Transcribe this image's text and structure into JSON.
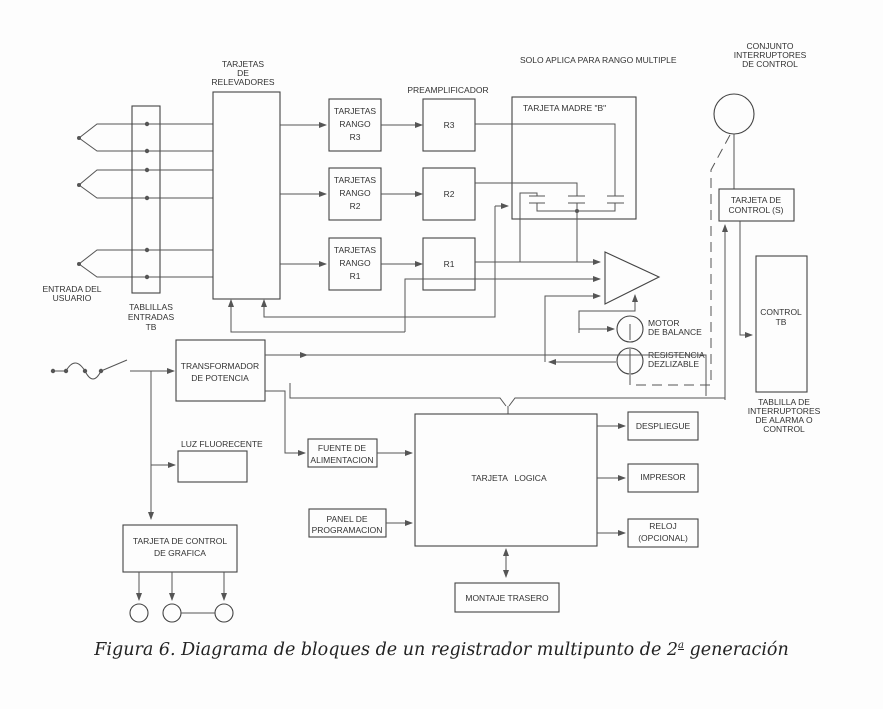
{
  "diagram": {
    "title_note": "SOLO APLICA PARA RANGO MULTIPLE",
    "blocks": {
      "user_input": [
        "ENTRADA DEL",
        "USUARIO"
      ],
      "input_terminals": [
        "TABLILLAS",
        "ENTRADAS",
        "TB"
      ],
      "relay_cards": [
        "TARJETAS",
        "DE",
        "RELEVADORES"
      ],
      "range_r3": [
        "TARJETAS",
        "RANGO",
        "R3"
      ],
      "range_r2": [
        "TARJETAS",
        "RANGO",
        "R2"
      ],
      "range_r1": [
        "TARJETAS",
        "RANGO",
        "R1"
      ],
      "preamp_title": "PREAMPLIFICADOR",
      "preamp_r3": "R3",
      "preamp_r2": "R2",
      "preamp_r1": "R1",
      "motherboard": "TARJETA MADRE \"B\"",
      "control_switch_set": [
        "CONJUNTO",
        "INTERRUPTORES",
        "DE CONTROL"
      ],
      "control_card": [
        "TARJETA DE",
        "CONTROL (S)"
      ],
      "control_tb": [
        "CONTROL",
        "TB"
      ],
      "alarm_terminal": [
        "TABLILLA DE",
        "INTERRUPTORES",
        "DE ALARMA O",
        "CONTROL"
      ],
      "balance_motor": [
        "MOTOR",
        "DE BALANCE"
      ],
      "slide_resistor": [
        "RESISTENCIA",
        "DEZLIZABLE"
      ],
      "power_transformer": [
        "TRANSFORMADOR",
        "DE POTENCIA"
      ],
      "fluorescent_light": "LUZ FLUORECENTE",
      "power_supply": [
        "FUENTE DE",
        "ALIMENTACION"
      ],
      "programming_panel": [
        "PANEL DE",
        "PROGRAMACION"
      ],
      "logic_card": "TARJETA   LOGICA",
      "display": "DESPLIEGUE",
      "printer": "IMPRESOR",
      "clock": [
        "RELOJ",
        "(OPCIONAL)"
      ],
      "rear_mount": "MONTAJE TRASERO",
      "chart_control_card": [
        "TARJETA DE CONTROL",
        "DE GRAFICA"
      ]
    },
    "caption": {
      "before": "Figura 6. Diagrama de bloques de un registrador multipunto de 2",
      "sup": "a",
      "after": " generación"
    }
  }
}
